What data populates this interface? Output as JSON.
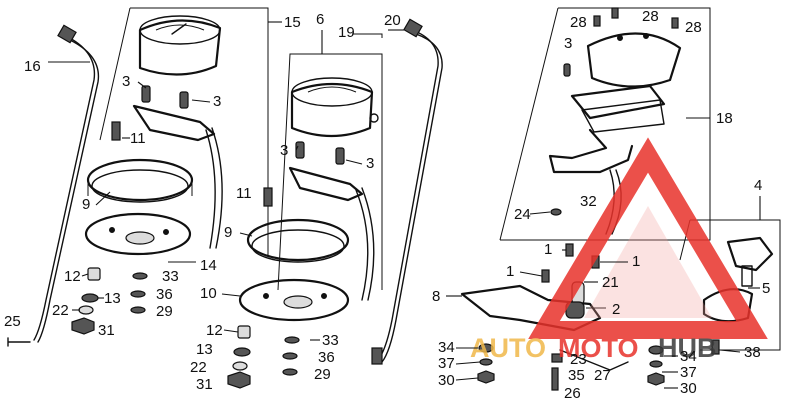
{
  "callouts": {
    "c1a": "1",
    "c1b": "1",
    "c1c": "1",
    "c2": "2",
    "c3a": "3",
    "c3b": "3",
    "c3c": "3",
    "c3d": "3",
    "c3e": "3",
    "c4": "4",
    "c5": "5",
    "c6": "6",
    "c8": "8",
    "c9a": "9",
    "c9b": "9",
    "c10": "10",
    "c11a": "11",
    "c11b": "11",
    "c12a": "12",
    "c12b": "12",
    "c13a": "13",
    "c13b": "13",
    "c14": "14",
    "c15": "15",
    "c16": "16",
    "c18": "18",
    "c19": "19",
    "c20": "20",
    "c21": "21",
    "c22a": "22",
    "c22b": "22",
    "c23": "23",
    "c24": "24",
    "c25": "25",
    "c26": "26",
    "c27": "27",
    "c28a": "28",
    "c28b": "28",
    "c28c": "28",
    "c29a": "29",
    "c29b": "29",
    "c30a": "30",
    "c30b": "30",
    "c31a": "31",
    "c31b": "31",
    "c32": "32",
    "c33a": "33",
    "c33b": "33",
    "c34a": "34",
    "c34b": "34",
    "c35": "35",
    "c36a": "36",
    "c36b": "36",
    "c37a": "37",
    "c37b": "37",
    "c38": "38"
  },
  "watermark": {
    "brand_part1": "AUTO",
    "brand_part2": "MOTO",
    "brand_part3": "HUB",
    "color_accent": "#e8322b",
    "color_fill": "#f3a09a",
    "color_gold": "#f0b84a",
    "color_dark": "#3a3a3a"
  }
}
